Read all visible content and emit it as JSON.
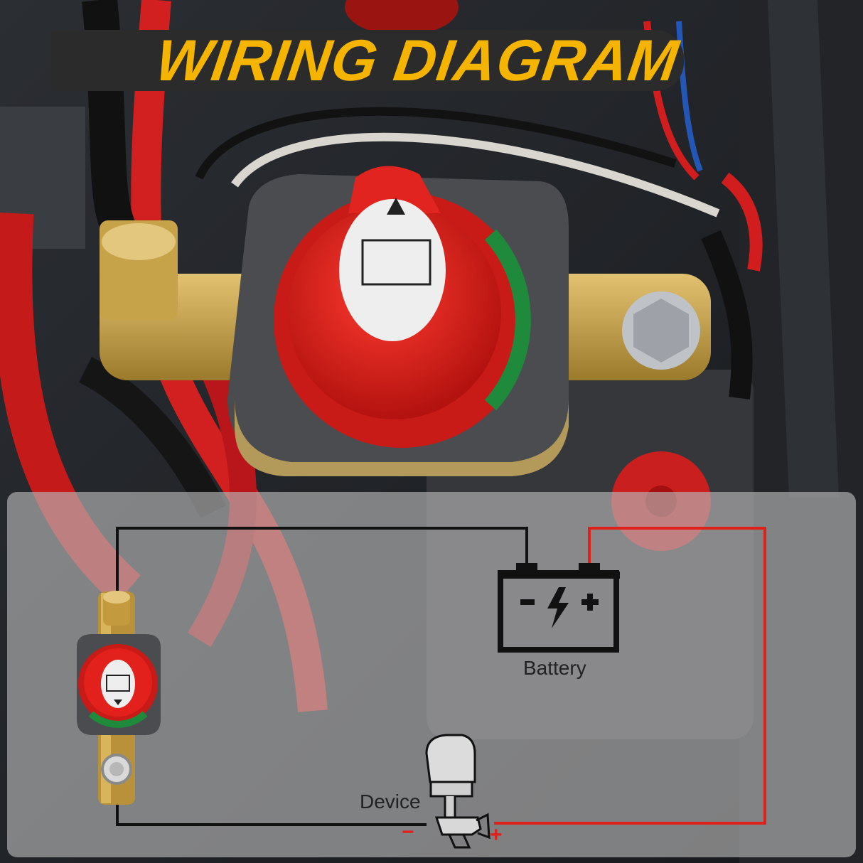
{
  "header": {
    "title": "WIRING DIAGRAM"
  },
  "diagram": {
    "battery_label": "Battery",
    "device_label": "Device",
    "negative_sign": "−",
    "positive_sign": "+"
  },
  "colors": {
    "title": "#f4b400",
    "title_band": "#2b2b2b",
    "negative_wire": "#111111",
    "positive_wire": "#e0201b",
    "switch_knob": "#e31d1d",
    "switch_housing": "#4a4c50",
    "brass": "#c9a24a",
    "green_band": "#1f8a3c"
  },
  "icons": [
    "battery-switch-photo",
    "battery-icon",
    "outboard-motor-icon",
    "battery-switch-icon"
  ]
}
